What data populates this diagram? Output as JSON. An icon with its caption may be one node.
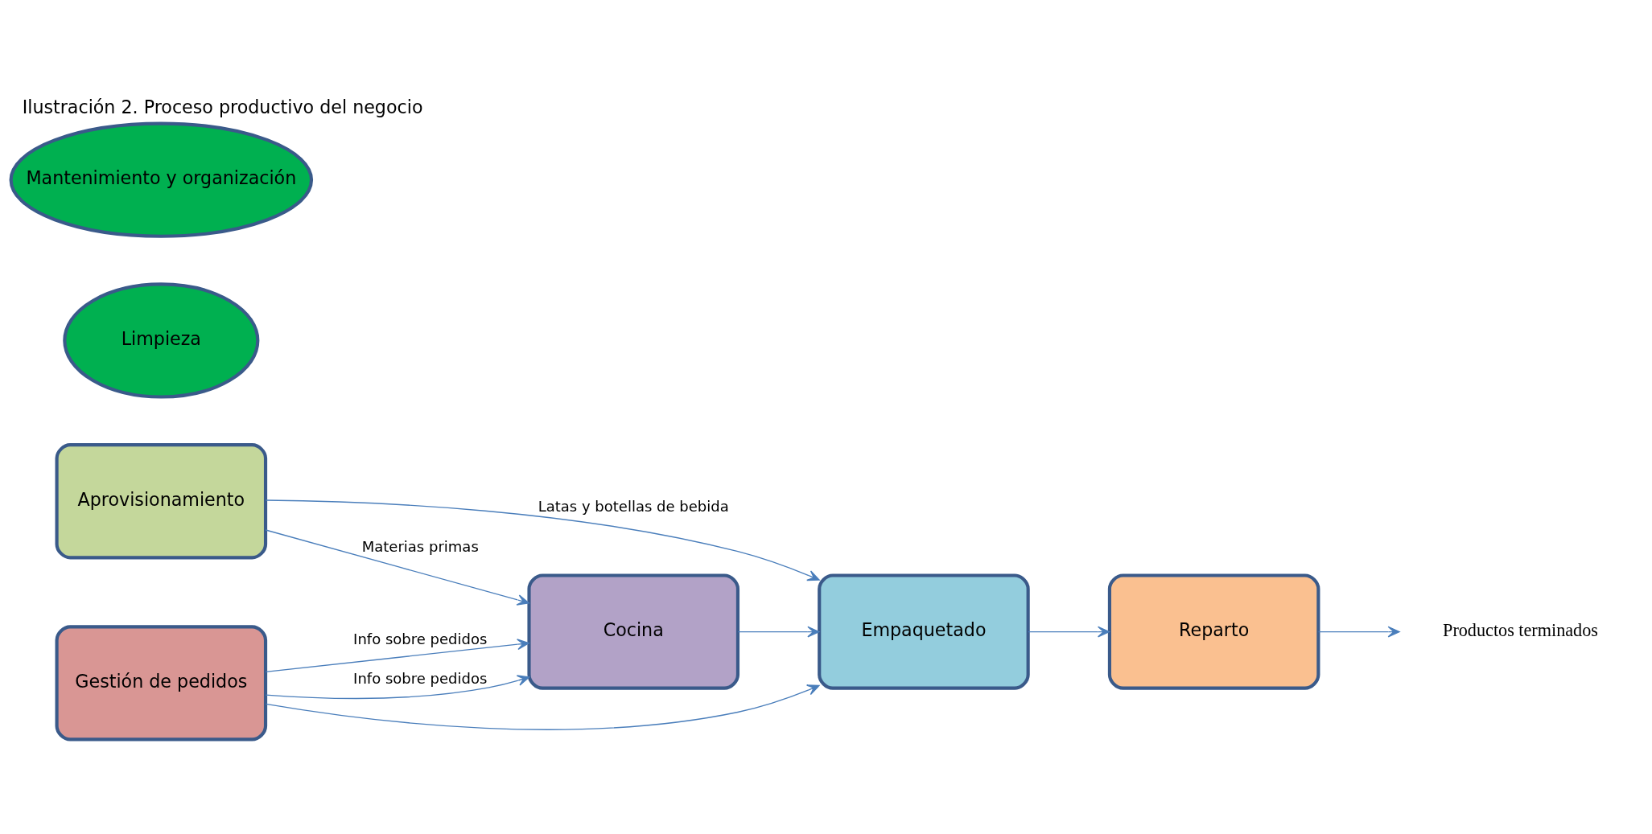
{
  "diagram": {
    "title": "Ilustración 2. Proceso productivo del negocio",
    "nodes": [
      {
        "text": [
          "Aprovisionamiento"
        ]
      },
      {
        "text": [
          "Gestión de pedidos"
        ]
      },
      {
        "text": [
          "Cocina"
        ]
      },
      {
        "text": [
          "Empaquetado"
        ]
      },
      {
        "text": [
          "Reparto"
        ]
      },
      {
        "text": [
          "Productos terminados"
        ]
      },
      {
        "text": [
          "Limpieza"
        ]
      },
      {
        "text": [
          "Mantenimiento y organización"
        ]
      }
    ],
    "edges": [
      {
        "from": 0,
        "to": 3,
        "arrow": "to",
        "label": "Latas y botellas de bebida"
      },
      {
        "from": 0,
        "to": 2,
        "arrow": "to",
        "label": "Materias primas"
      },
      {
        "from": 1,
        "to": 2,
        "arrow": "to",
        "label": "Info sobre pedidos"
      },
      {
        "from": 1,
        "to": 2,
        "arrow": "to",
        "label": "Info sobre pedidos"
      },
      {
        "from": 1,
        "to": 3,
        "arrow": "to"
      },
      {
        "from": 2,
        "to": 3,
        "arrow": "to"
      },
      {
        "from": 3,
        "to": 4,
        "arrow": "to"
      },
      {
        "from": 4,
        "to": 5,
        "arrow": "to"
      }
    ]
  }
}
